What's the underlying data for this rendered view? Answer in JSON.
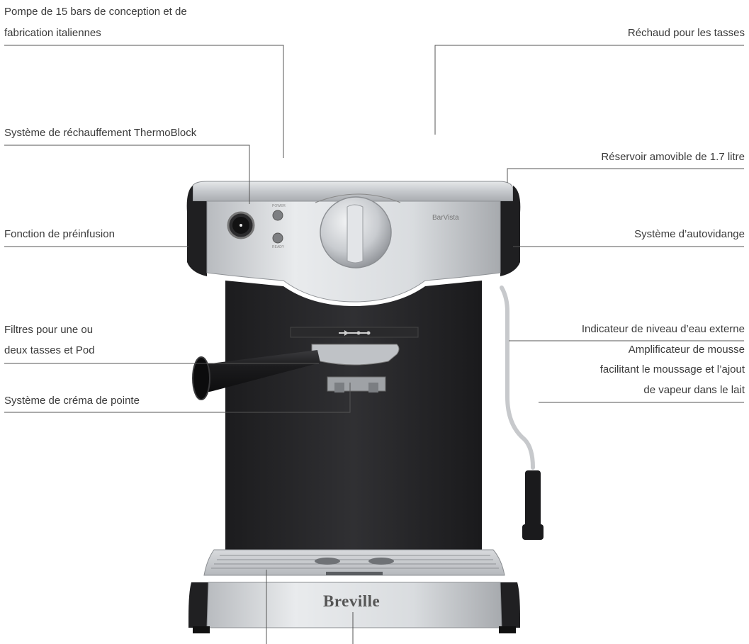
{
  "callouts": {
    "pump": [
      "Pompe de 15 bars de conception et de",
      "fabrication italiennes"
    ],
    "cup_warmer": "Réchaud pour les tasses",
    "thermoblock": "Système de réchauffement ThermoBlock",
    "reservoir": "Réservoir amovible de 1.7 litre",
    "preinfusion": "Fonction de préinfusion",
    "auto_purge": "Système d’autovidange",
    "filters": [
      "Filtres pour une ou",
      "deux tasses et Pod"
    ],
    "water_indicator": "Indicateur de niveau d’eau externe",
    "froth_enhancer": [
      "Amplificateur de mousse",
      "facilitant le moussage et l’ajout",
      "de vapeur dans le lait"
    ],
    "crema": "Système de créma de pointe"
  },
  "machine": {
    "brand_logo": "Breville",
    "model_name": "BarVista",
    "power_label": "POWER",
    "ready_label": "READY"
  },
  "colors": {
    "label_text": "#3a3a3a",
    "leader_line": "#555555",
    "body_dark": "#2a2a2c",
    "chrome": "#c9ccd0"
  }
}
